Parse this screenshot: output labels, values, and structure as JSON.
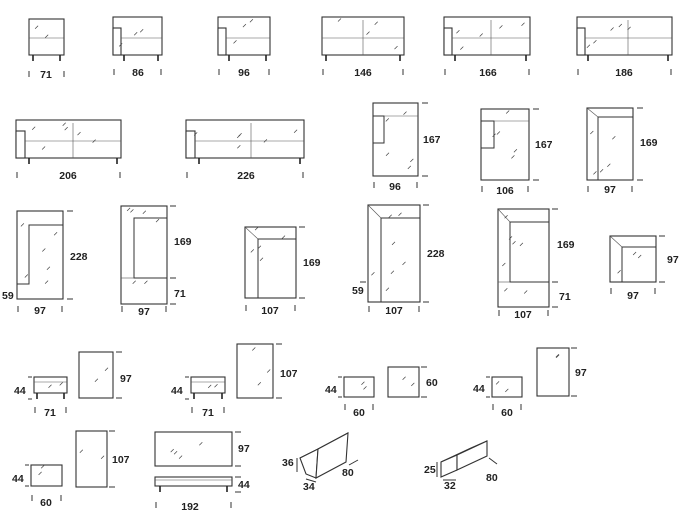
{
  "row1": {
    "widths": [
      "71",
      "86",
      "96",
      "146",
      "166",
      "186"
    ]
  },
  "row2": {
    "widths": [
      "206",
      "226",
      "96",
      "106",
      "97"
    ],
    "depths": [
      "167",
      "167",
      "169"
    ]
  },
  "row3": {
    "widths": [
      "97",
      "97",
      "107",
      "107",
      "107",
      "97"
    ],
    "depths": [
      "228",
      "169",
      "169",
      "228",
      "169",
      "97"
    ],
    "seats": [
      "59",
      "71",
      "59",
      "71"
    ]
  },
  "row4": {
    "heights": [
      "44",
      "44",
      "44",
      "44"
    ],
    "widths": [
      "71",
      "71",
      "60",
      "60"
    ],
    "depths": [
      "97",
      "107",
      "60",
      "97"
    ]
  },
  "row5": {
    "pouf": {
      "height": "44",
      "width": "60",
      "depth": "107"
    },
    "bench": {
      "depth": "97",
      "height": "44",
      "width": "192"
    },
    "wedge": {
      "height": "36",
      "width": "34",
      "length": "80"
    },
    "bolster": {
      "height": "25",
      "width": "32",
      "length": "80"
    }
  }
}
